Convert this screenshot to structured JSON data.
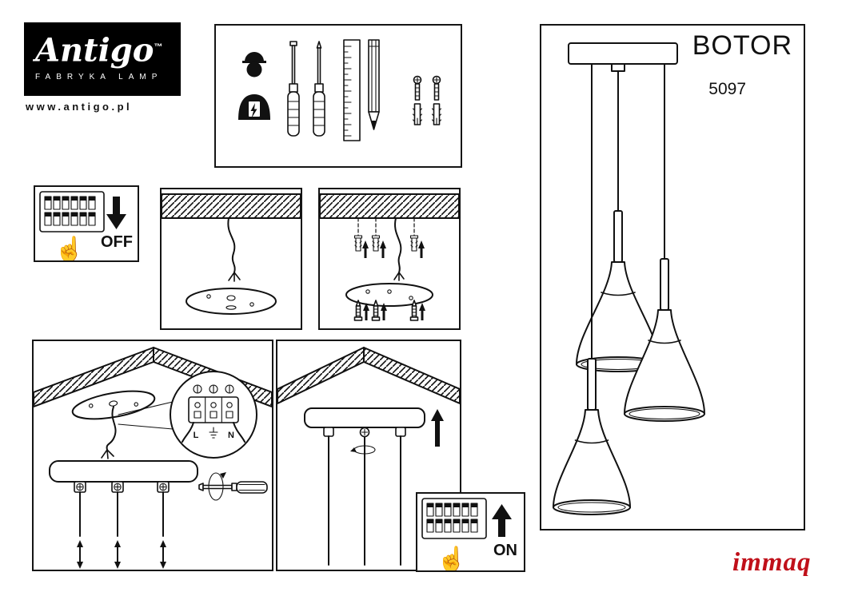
{
  "brand": {
    "name": "Antigo",
    "trademark": "™",
    "tagline": "FABRYKA LAMP",
    "website": "www.antigo.pl"
  },
  "product": {
    "name": "BOTOR",
    "code": "5097"
  },
  "labels": {
    "power_off": "OFF",
    "power_on": "ON"
  },
  "terminals": {
    "live": "L",
    "earth": "⏚",
    "neutral": "N"
  },
  "icons": {
    "hand_pointer": "☝"
  },
  "watermark": {
    "text": "immaq",
    "color": "#c0101a"
  },
  "colors": {
    "ink": "#111111",
    "logo_background": "#000000"
  }
}
